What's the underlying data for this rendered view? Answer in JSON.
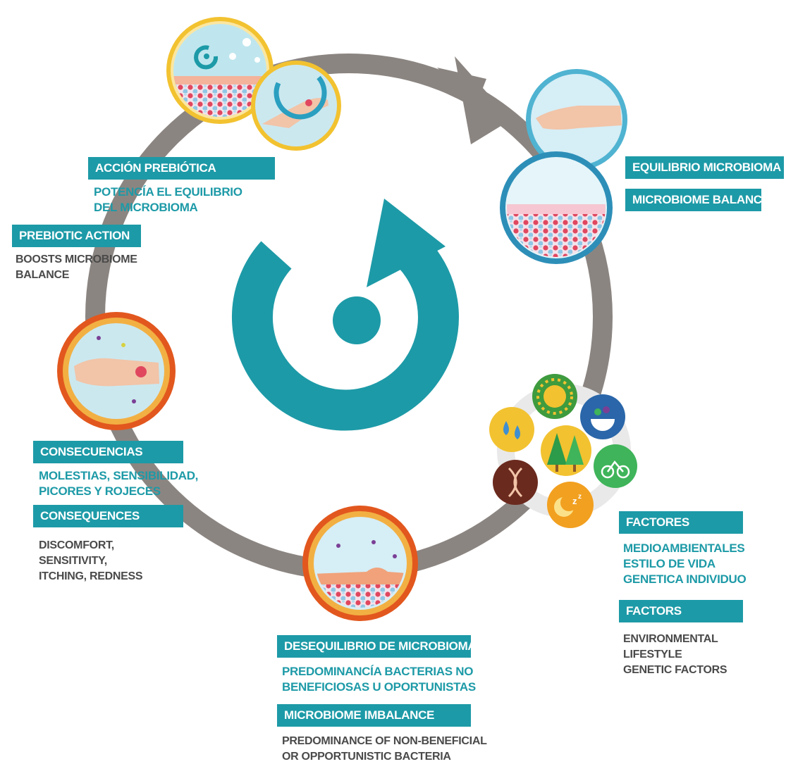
{
  "colors": {
    "teal": "#1d9aa7",
    "gray_ring": "#8b8581",
    "text_gray": "#4a4a4a",
    "yellow_frame": "#f2c230",
    "orange_frame": "#e2571e",
    "blue_frame": "#4fb3d1"
  },
  "center": {
    "icon": "cycle-icon"
  },
  "prebiotic": {
    "title_es": "ACCIÓN PREBIÓTICA",
    "desc_es": [
      "POTENCÍA EL EQUILIBRIO",
      "DEL MICROBIOMA"
    ],
    "title_en": "PREBIOTIC ACTION",
    "desc_en": [
      "BOOSTS MICROBIOME",
      "BALANCE"
    ]
  },
  "balance": {
    "title_es": "EQUILIBRIO MICROBIOMA",
    "title_en": "MICROBIOME BALANCE"
  },
  "consequences": {
    "title_es": "CONSECUENCIAS",
    "desc_es": [
      "MOLESTIAS, SENSIBILIDAD,",
      "PICORES Y ROJECES"
    ],
    "title_en": "CONSEQUENCES",
    "desc_en": [
      "DISCOMFORT,",
      "SENSITIVITY,",
      "ITCHING, REDNESS"
    ]
  },
  "factors": {
    "title_es": "FACTORES",
    "desc_es": [
      "MEDIOAMBIENTALES",
      "ESTILO DE VIDA",
      "GENETICA INDIVIDUO"
    ],
    "title_en": "FACTORS",
    "desc_en": [
      "ENVIRONMENTAL",
      "LIFESTYLE",
      "GENETIC FACTORS"
    ],
    "icons": [
      "sun-icon",
      "plate-icon",
      "bicycle-icon",
      "moon-sleep-icon",
      "dna-icon",
      "water-drops-icon",
      "trees-icon"
    ]
  },
  "imbalance": {
    "title_es": "DESEQUILIBRIO DE MICROBIOMA",
    "desc_es": [
      "PREDOMINANCÍA BACTERIAS NO",
      "BENEFICIOSAS U OPORTUNISTAS"
    ],
    "title_en": "MICROBIOME IMBALANCE",
    "desc_en": [
      "PREDOMINANCE OF NON-BENEFICIAL",
      "OR OPPORTUNISTIC BACTERIA"
    ]
  }
}
